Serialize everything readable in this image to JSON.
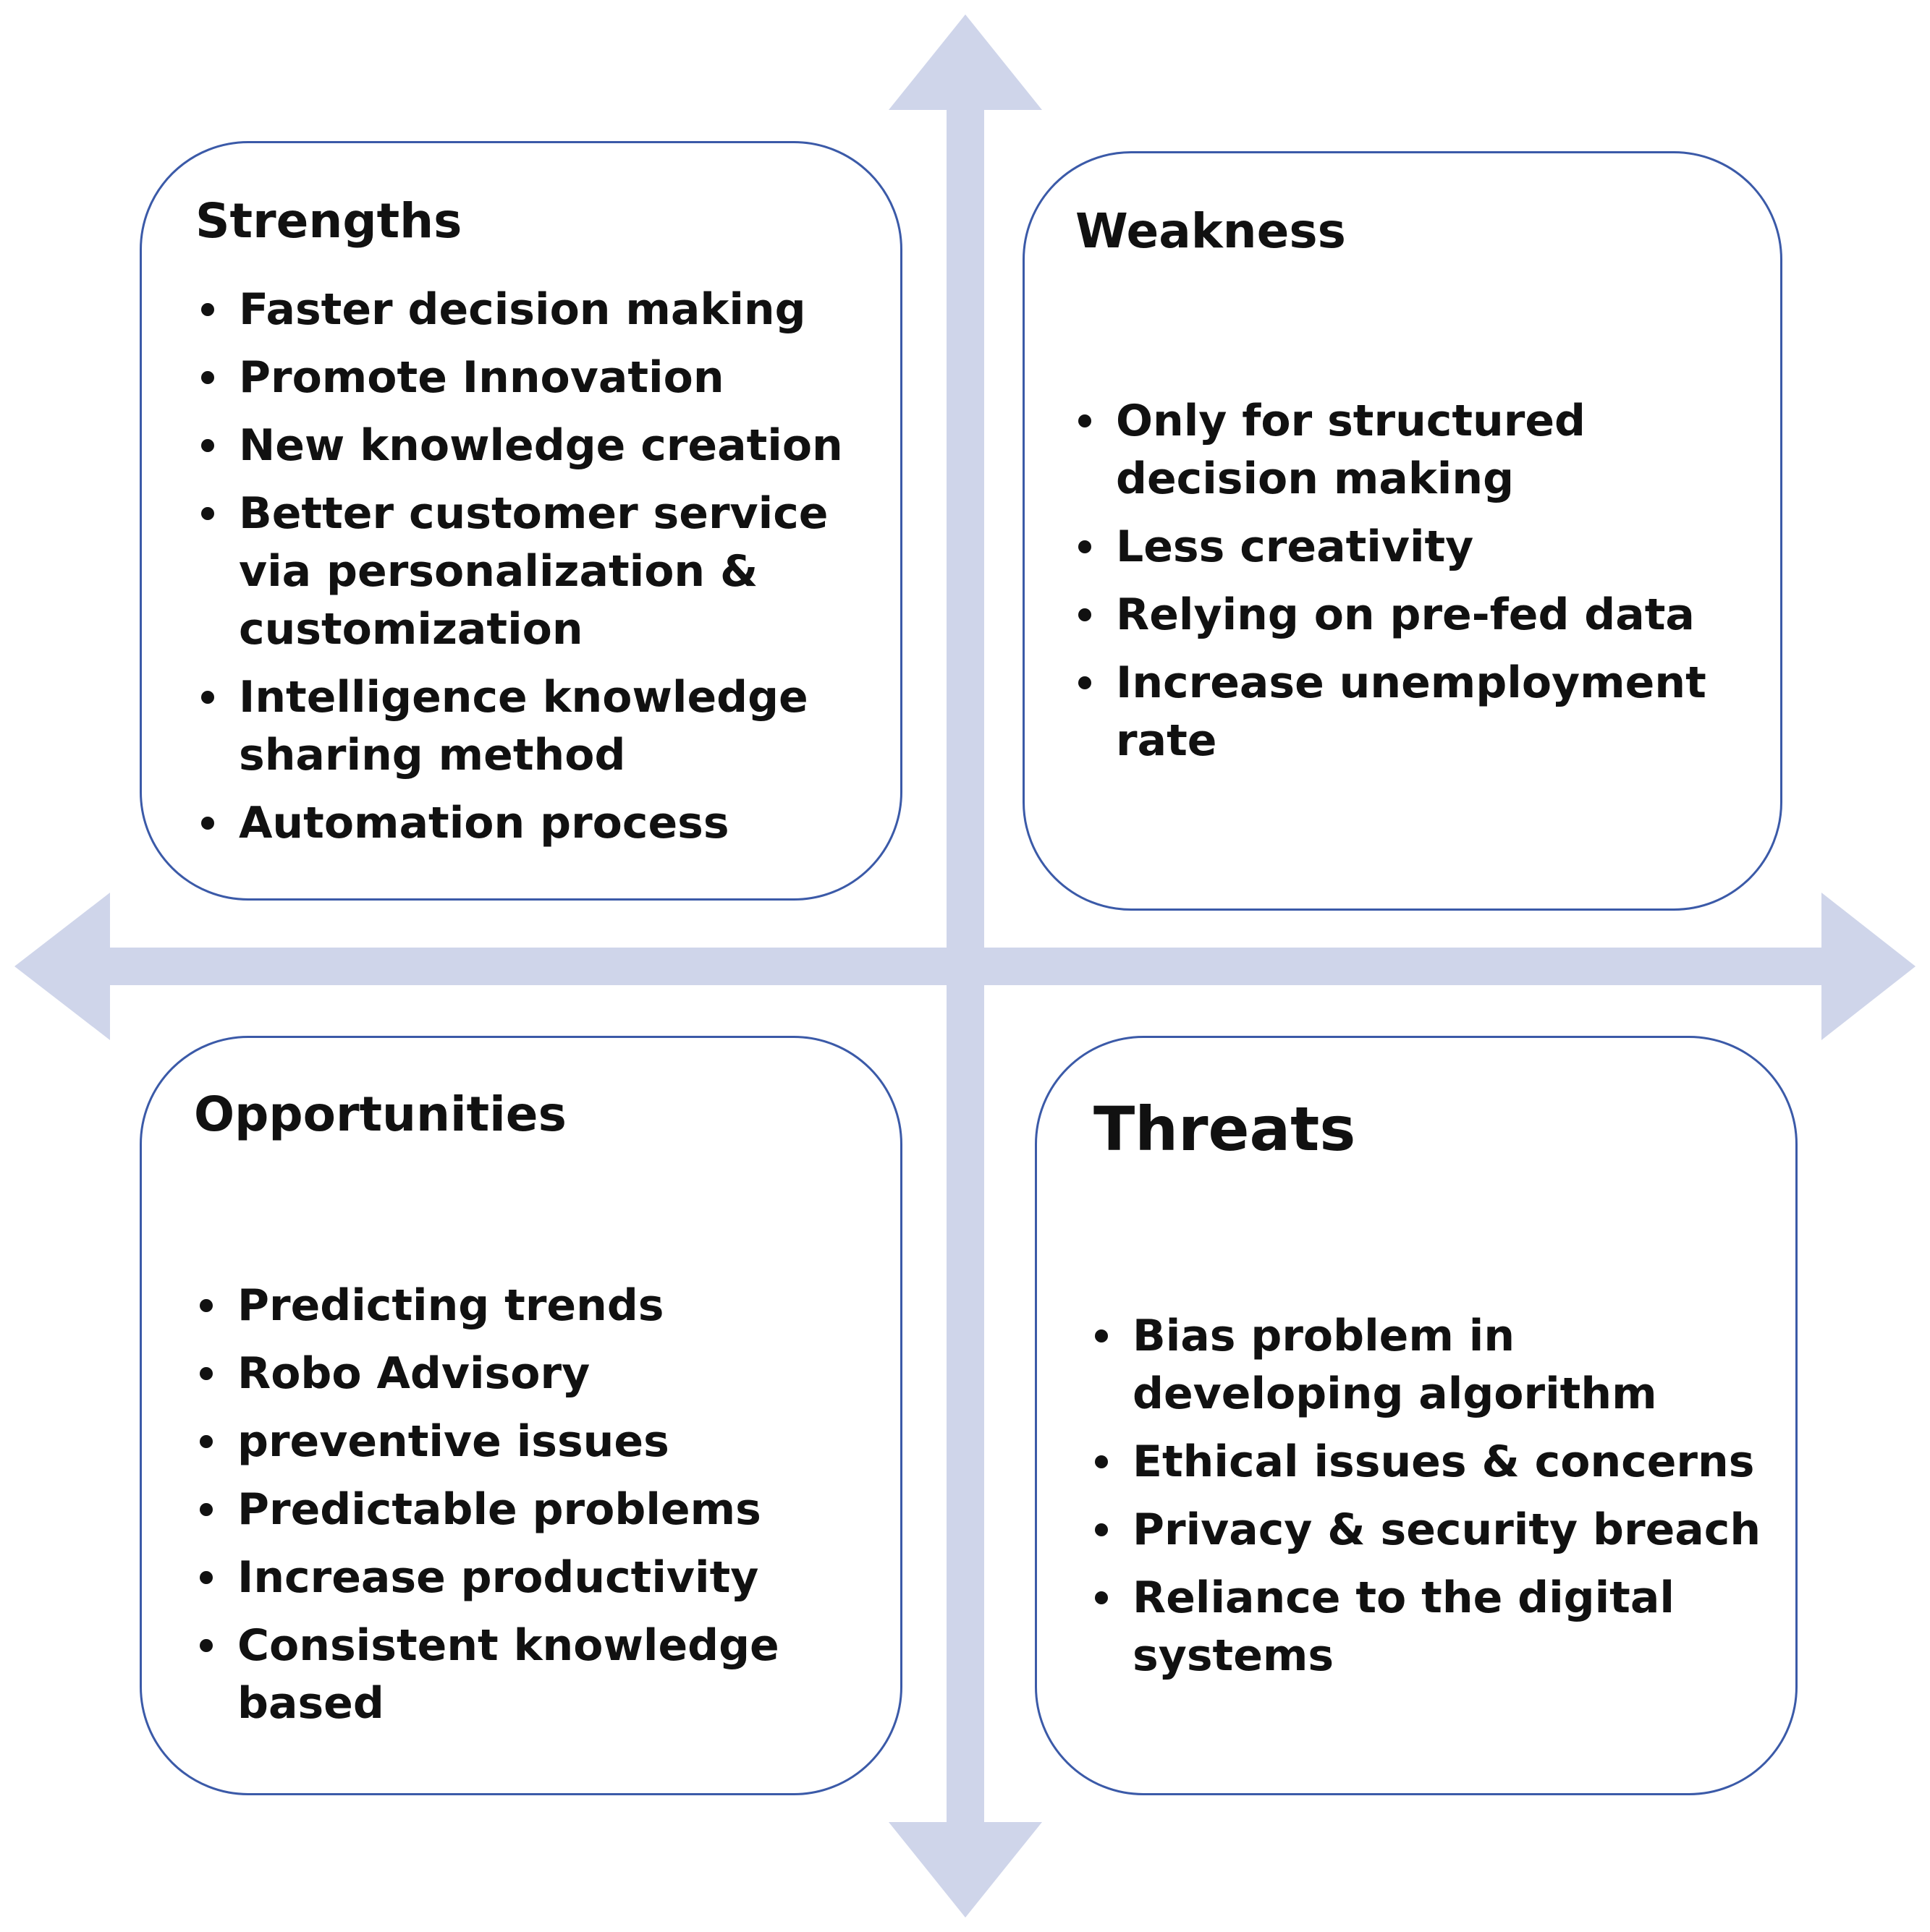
{
  "colors": {
    "arrow": "#cfd5ea",
    "box_border": "#3b5aa8",
    "text": "#111111"
  },
  "quadrants": [
    {
      "title": "Strengths",
      "items": [
        "Faster decision making",
        "Promote Innovation",
        "New knowledge creation",
        "Better customer service via personalization & customization",
        "Intelligence knowledge sharing method",
        "Automation process"
      ]
    },
    {
      "title": "Weakness",
      "items": [
        "Only for structured decision making",
        "Less creativity",
        "Relying on pre-fed data",
        "Increase unemployment rate"
      ]
    },
    {
      "title": "Opportunities",
      "items": [
        "Predicting trends",
        "Robo Advisory",
        "preventive issues",
        "Predictable problems",
        "Increase productivity",
        "Consistent knowledge based"
      ]
    },
    {
      "title": "Threats",
      "items": [
        "Bias problem in developing algorithm",
        "Ethical issues & concerns",
        "Privacy & security breach",
        "Reliance to the digital systems"
      ]
    }
  ]
}
